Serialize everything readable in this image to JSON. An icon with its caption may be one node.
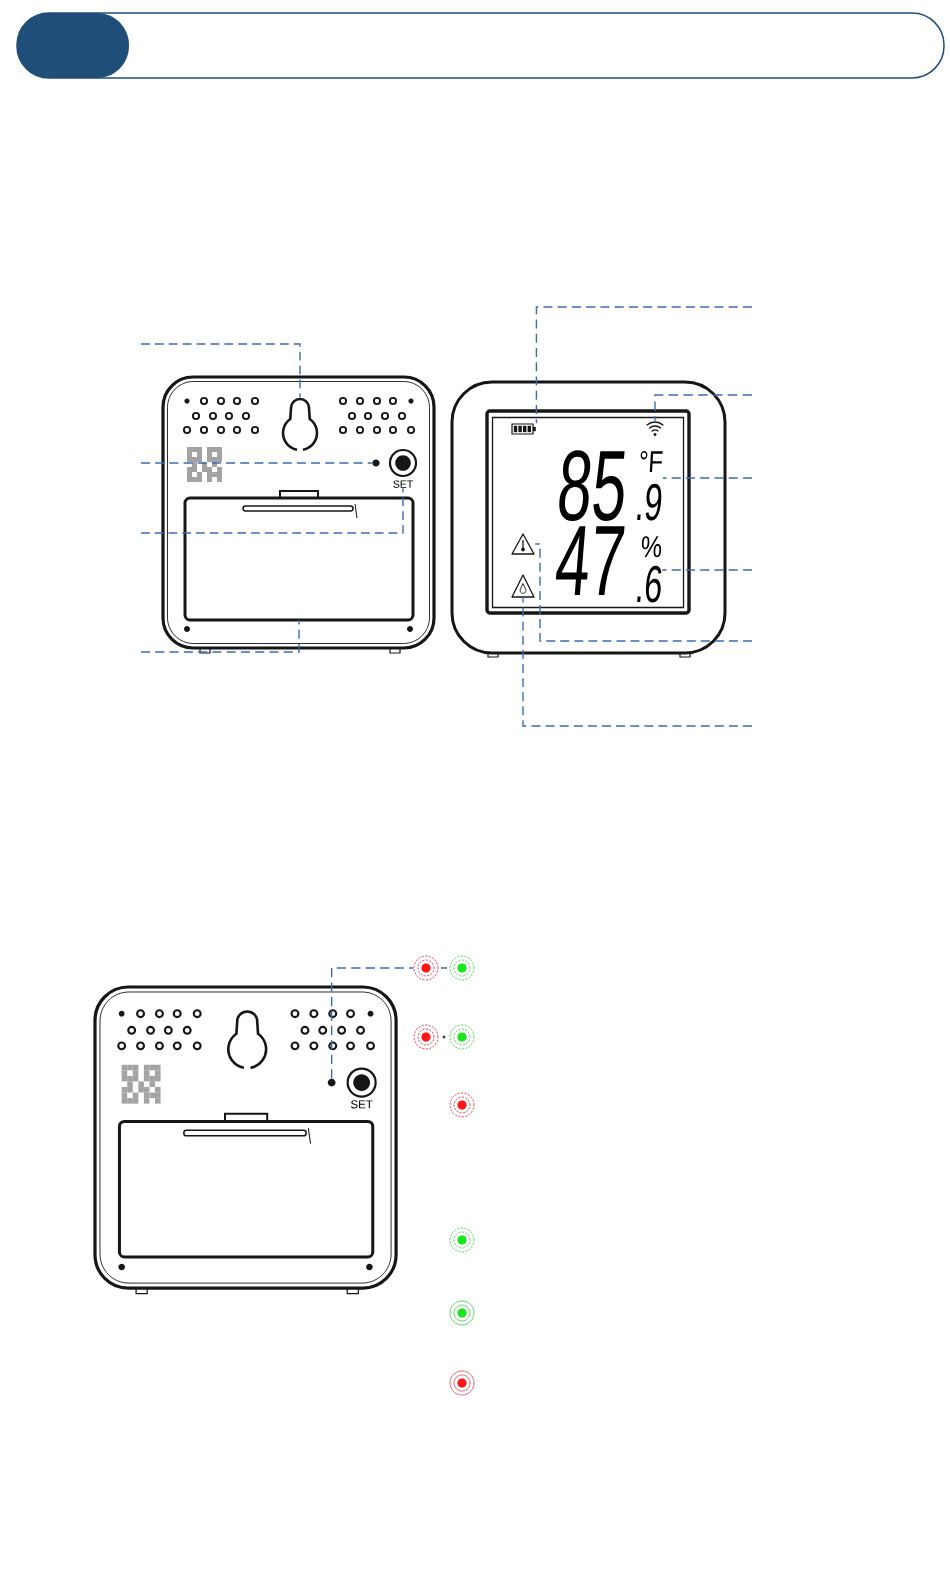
{
  "diagram": {
    "nodes": [
      {
        "text": [],
        "shape": "picture"
      },
      {
        "text": [],
        "shape": "circle"
      },
      {
        "text": [
          "SET"
        ]
      },
      {
        "text": [],
        "shape": "box"
      },
      {
        "text": [],
        "shape": "picture"
      },
      {
        "text": [],
        "shape": "picture"
      },
      {
        "text": [
          "85",
          "°F",
          ".9"
        ]
      },
      {
        "text": [
          "47",
          "%",
          ".6"
        ]
      },
      {
        "text": [],
        "shape": "picture"
      },
      {
        "text": [],
        "shape": "picture"
      },
      {
        "text": [],
        "shape": "picture"
      },
      {
        "text": [],
        "shape": "circle"
      },
      {
        "text": [
          "SET"
        ]
      },
      {
        "text": [],
        "shape": "box"
      },
      {
        "text": [],
        "shape": "circle"
      },
      {
        "text": [],
        "shape": "circle"
      },
      {
        "text": [],
        "shape": "circle"
      },
      {
        "text": [],
        "shape": "circle"
      },
      {
        "text": [],
        "shape": "circle"
      },
      {
        "text": [],
        "shape": "circle"
      },
      {
        "text": [],
        "shape": "circle"
      },
      {
        "text": [],
        "shape": "circle"
      }
    ],
    "edges": [
      {
        "from": null,
        "to": 0,
        "arrow": "none",
        "style": "dashed"
      },
      {
        "from": null,
        "to": 1,
        "arrow": "none",
        "style": "dashed"
      },
      {
        "from": null,
        "to": 2,
        "arrow": "none",
        "style": "dashed"
      },
      {
        "from": null,
        "to": 3,
        "arrow": "none",
        "style": "dashed"
      },
      {
        "from": null,
        "to": 4,
        "arrow": "none",
        "style": "dashed"
      },
      {
        "from": null,
        "to": 5,
        "arrow": "none",
        "style": "dashed"
      },
      {
        "from": null,
        "to": 6,
        "arrow": "none",
        "style": "dashed"
      },
      {
        "from": null,
        "to": 7,
        "arrow": "none",
        "style": "dashed"
      },
      {
        "from": null,
        "to": 8,
        "arrow": "none",
        "style": "dashed"
      },
      {
        "from": null,
        "to": 9,
        "arrow": "none",
        "style": "dashed"
      },
      {
        "from": 11,
        "to": 14,
        "arrow": "none",
        "style": "dashed"
      }
    ]
  }
}
